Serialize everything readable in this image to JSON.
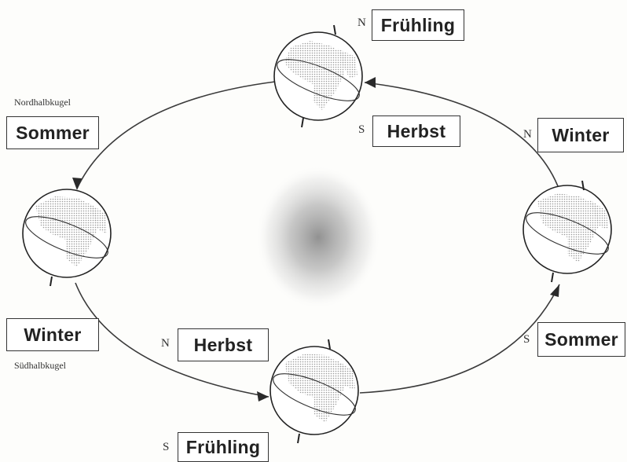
{
  "hemisphere_labels": {
    "north": "Nordhalbkugel",
    "south": "Südhalbkugel"
  },
  "positions": [
    {
      "id": "top",
      "north_season": "Frühling",
      "south_season": "Herbst",
      "north_marker": "N",
      "south_marker": "S"
    },
    {
      "id": "left",
      "north_season": "Sommer",
      "south_season": "Winter"
    },
    {
      "id": "bottom",
      "north_season": "Herbst",
      "south_season": "Frühling",
      "north_marker": "N",
      "south_marker": "S"
    },
    {
      "id": "right",
      "north_season": "Winter",
      "south_season": "Sommer",
      "north_marker": "N",
      "south_marker": "S"
    }
  ],
  "colors": {
    "line": "#3a3a3a",
    "box_border": "#333333",
    "sun_core": "#8c8c8c",
    "land": "#9a9a9a"
  }
}
